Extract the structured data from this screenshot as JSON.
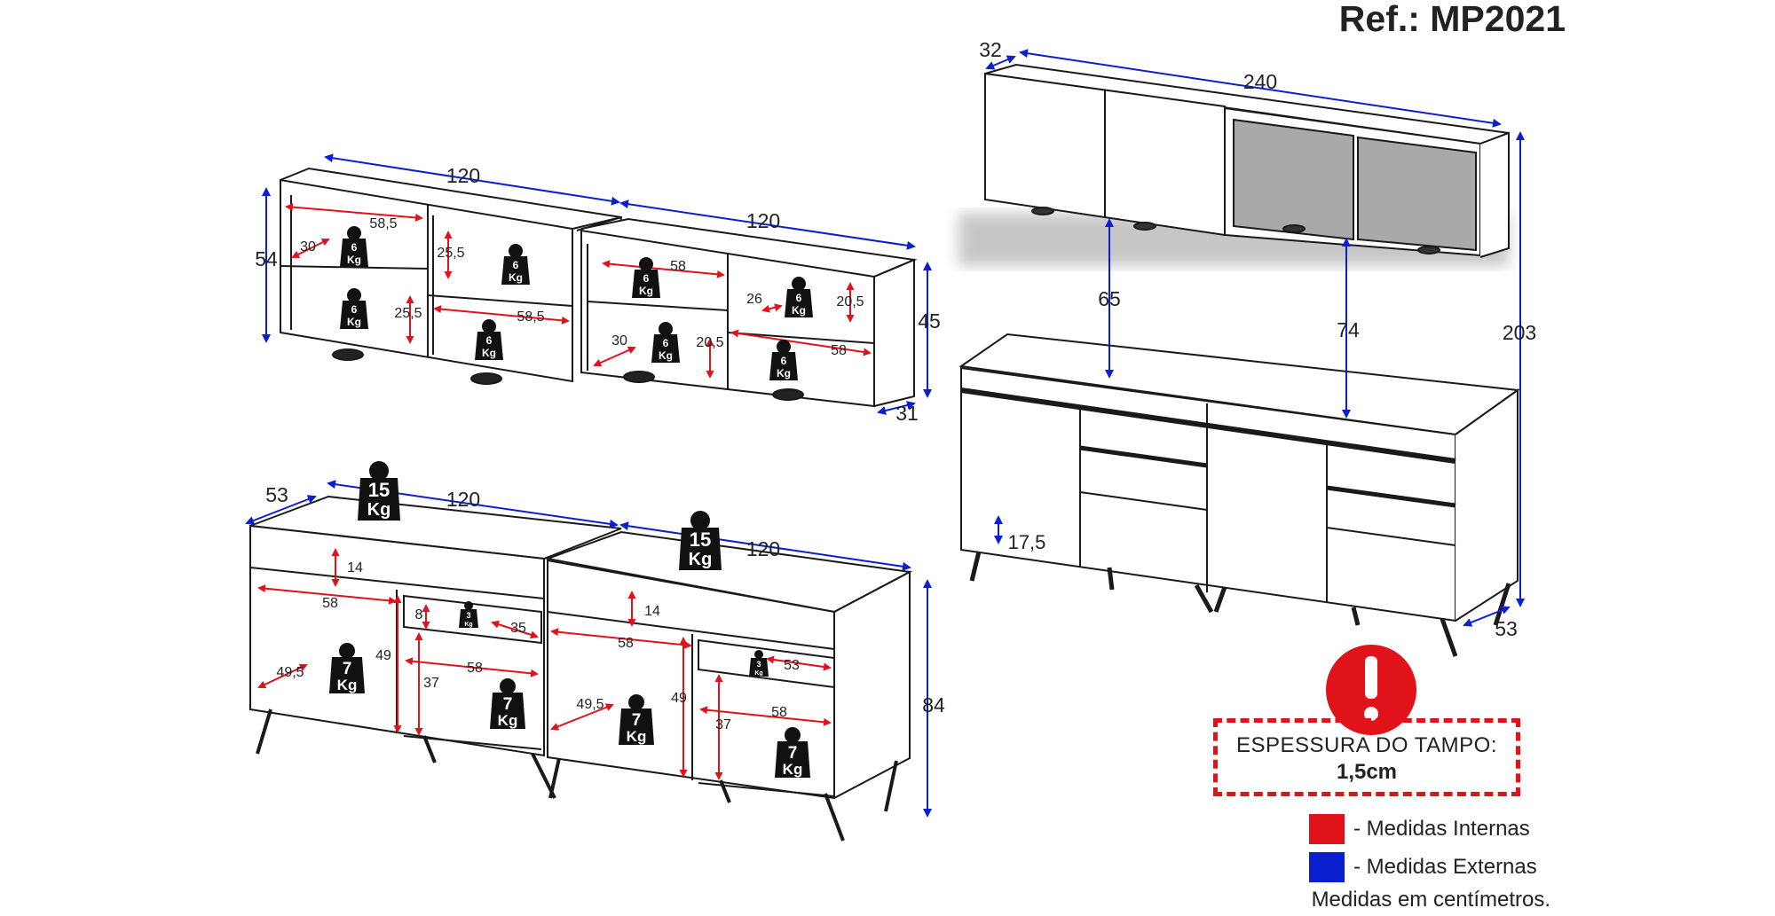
{
  "title": "Ref.: MP2021",
  "colors": {
    "internal": "#e0121a",
    "external": "#0b1fd0",
    "outline": "#1a1a1a",
    "glass": "#a9a9a9"
  },
  "top_left_unit": {
    "dims": {
      "width_a": "120",
      "width_b": "120",
      "height": "54",
      "height_right": "45",
      "depth": "31"
    },
    "internal": {
      "w1": "58,5",
      "w2": "58,5",
      "w3": "58",
      "w4": "58",
      "h1": "25,5",
      "h2": "25,5",
      "h3": "20,5",
      "h4": "20,5",
      "h5": "26",
      "d1": "30",
      "d2": "30"
    },
    "weights": [
      "6\nKg"
    ]
  },
  "bottom_left_unit": {
    "dims": {
      "depth": "53",
      "width_a": "120",
      "width_b": "120",
      "height": "84"
    },
    "internal": {
      "drawer_h1": "14",
      "drawer_h2": "14",
      "w1": "58",
      "w2": "58",
      "w3": "58",
      "w4": "58",
      "h49a": "49",
      "h49b": "49",
      "h37a": "37",
      "h37b": "37",
      "d1": "49,5",
      "d2": "49,5",
      "drawer_d1": "35",
      "drawer_d2": "53",
      "drawer_in": "8"
    },
    "top_weight": "15",
    "weight_unit": "Kg",
    "shelf_weight": "7",
    "drawer_weight": "3"
  },
  "right_unit": {
    "dims": {
      "depth_top": "32",
      "width": "240",
      "height_total": "203",
      "gap_a": "65",
      "gap_b": "74",
      "leg": "17,5",
      "depth_bottom": "53"
    }
  },
  "warning": {
    "line1": "ESPESSURA DO TAMPO:",
    "line2": "1,5cm",
    "icon": "exclamation-icon"
  },
  "legend": [
    {
      "label": "- Medidas Internas",
      "color": "#e0121a"
    },
    {
      "label": "- Medidas Externas",
      "color": "#0b1fd0"
    }
  ],
  "footnote": "Medidas em centímetros."
}
